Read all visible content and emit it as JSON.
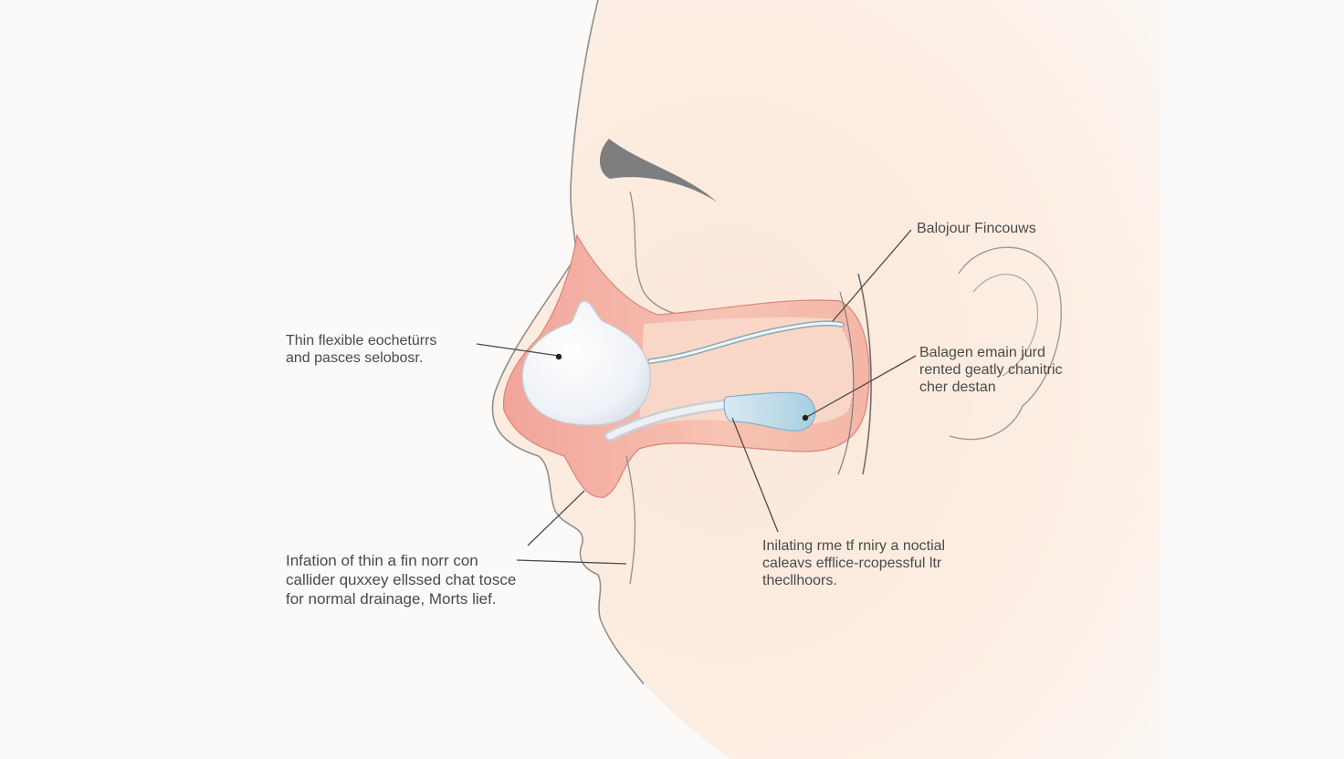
{
  "labels": {
    "left_top": [
      "Thin flexible eochetürrs",
      "and pasces selobosr."
    ],
    "top_right": [
      "Balojour Fincouws"
    ],
    "right_mid": [
      "Balagen emain jurd",
      "rented geatly chanitric",
      "cher destan"
    ],
    "bottom_left": [
      "Infation of thin a fin norr con",
      "callider quxxey ellssed chat tosce",
      "for normal drainage, Morts lief."
    ],
    "bottom_mid": [
      "Inilating rme tf rniry a noctial",
      "caleavs efflice-rcopessful ltr",
      "thecllhoors."
    ]
  },
  "colors": {
    "background": "#fbfaf8",
    "skin": "#fbe9dc",
    "skin_outline": "#8f8f8f",
    "nasal_cavity": "#f1aaa0",
    "balloon": "#f2f4f8",
    "catheter": "#a9d3e0",
    "text": "#4a4a4a"
  }
}
